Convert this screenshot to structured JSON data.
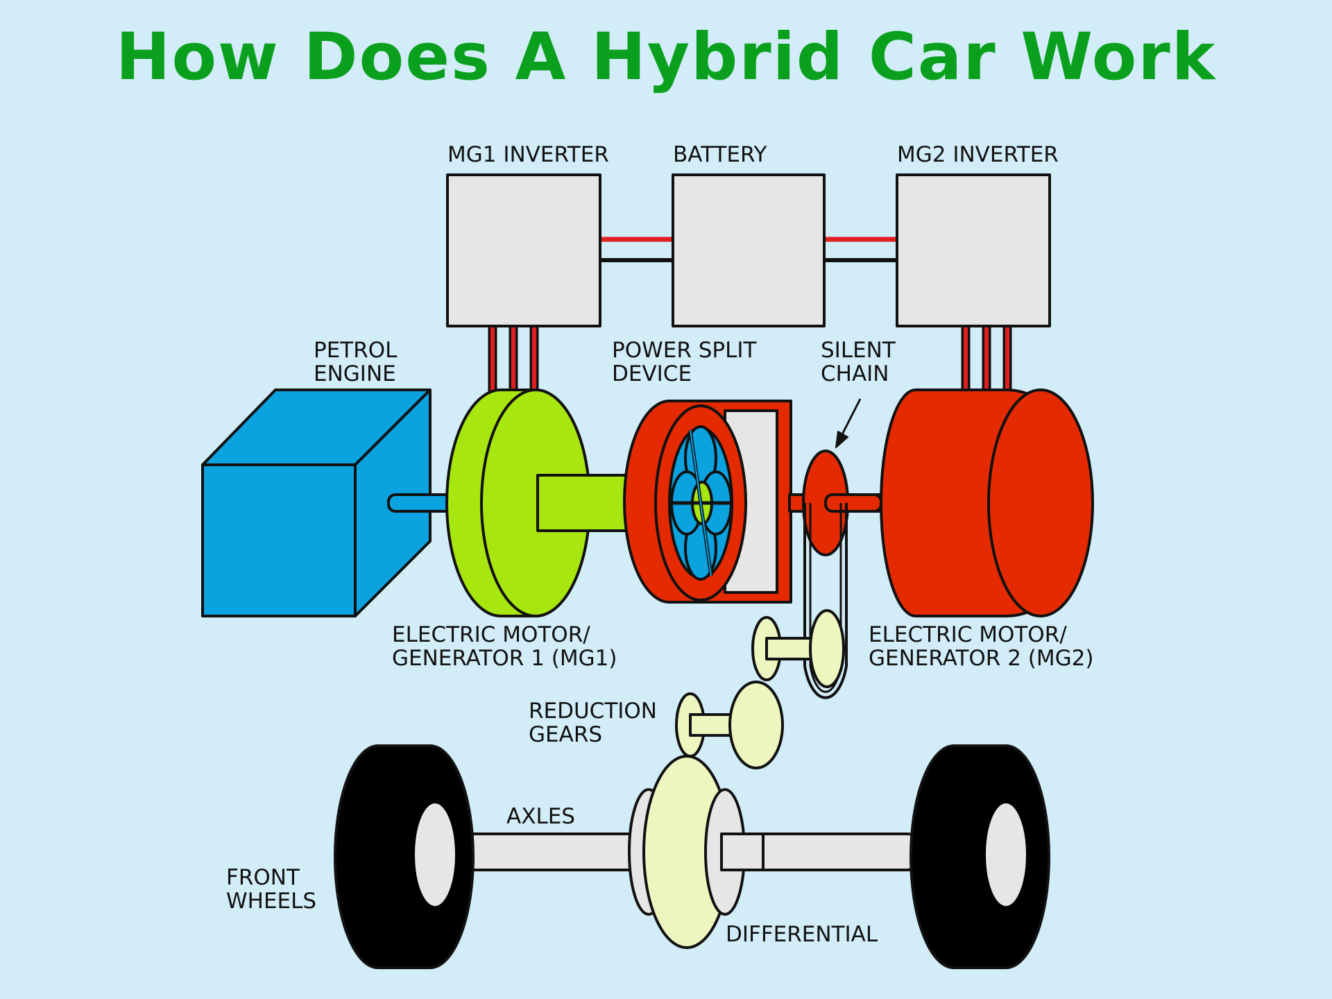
{
  "title": "How Does A Hybrid Car Work",
  "labels": {
    "mg1_inverter": "MG1 INVERTER",
    "battery": "BATTERY",
    "mg2_inverter": "MG2 INVERTER",
    "petrol_engine": "PETROL\nENGINE",
    "power_split": "POWER SPLIT\nDEVICE",
    "silent_chain": "SILENT\nCHAIN",
    "mg1": "ELECTRIC MOTOR/\nGENERATOR 1 (MG1)",
    "mg2": "ELECTRIC MOTOR/\nGENERATOR 2 (MG2)",
    "reduction_gears": "REDUCTION\nGEARS",
    "axles": "AXLES",
    "front_wheels": "FRONT\nWHEELS",
    "differential": "DIFFERENTIAL"
  },
  "colors": {
    "engine": "#0aa2df",
    "mg1": "#a8e60f",
    "mg2": "#e52a02",
    "power_split": "#e52a02",
    "gears": "#eef6c0",
    "wire": "#e02020",
    "title": "#0aa01e"
  }
}
